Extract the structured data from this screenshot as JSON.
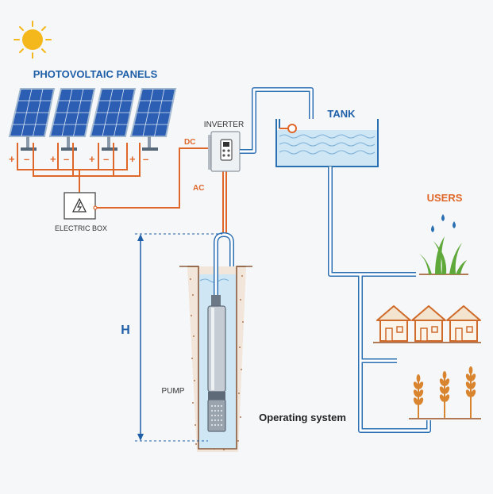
{
  "labels": {
    "pv_panels": "PHOTOVOLTAIC PANELS",
    "inverter": "INVERTER",
    "tank": "TANK",
    "users": "USERS",
    "dc": "DC",
    "ac": "AC",
    "electric_box": "ELECTRIC BOX",
    "height": "H",
    "pump": "PUMP",
    "operating_system": "Operating system"
  },
  "polarity": {
    "plus": "+",
    "minus": "–"
  },
  "colors": {
    "title_blue": "#1f5fa8",
    "accent_orange": "#e0672a",
    "water_blue": "#cfe6f5",
    "pipe_blue": "#2b6fb3",
    "panel_blue": "#2c5fb4",
    "sun_yellow": "#f5b81c",
    "soil_brown": "#b07a55",
    "plant_green": "#5fa83a",
    "wheat_orange": "#d9842e"
  },
  "icons": [
    "sun-icon",
    "solar-panel-icon",
    "inverter-icon",
    "electric-box-icon",
    "lightning-icon",
    "water-tank-icon",
    "float-switch-icon",
    "submersible-pump-icon",
    "water-drop-icon",
    "grass-icon",
    "house-icon",
    "wheat-icon"
  ]
}
